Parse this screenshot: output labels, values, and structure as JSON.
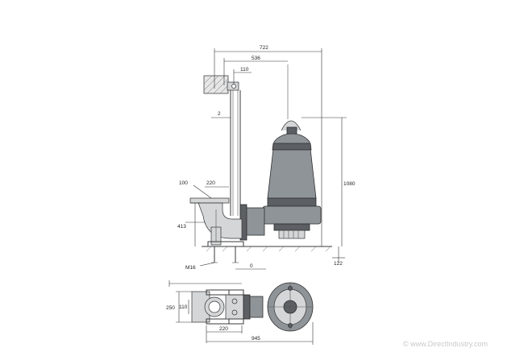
{
  "dimensions": {
    "d722": "722",
    "d536": "536",
    "d110_top": "110",
    "d2": "2",
    "d100": "100",
    "d220_side": "220",
    "d1080": "1080",
    "d413": "413",
    "d122": "122",
    "m16": "M16",
    "d0": "0",
    "d250": "250",
    "d110_plan": "110",
    "d220_plan": "220",
    "d945": "945"
  },
  "watermark": "© www.DirectIndustry.com"
}
